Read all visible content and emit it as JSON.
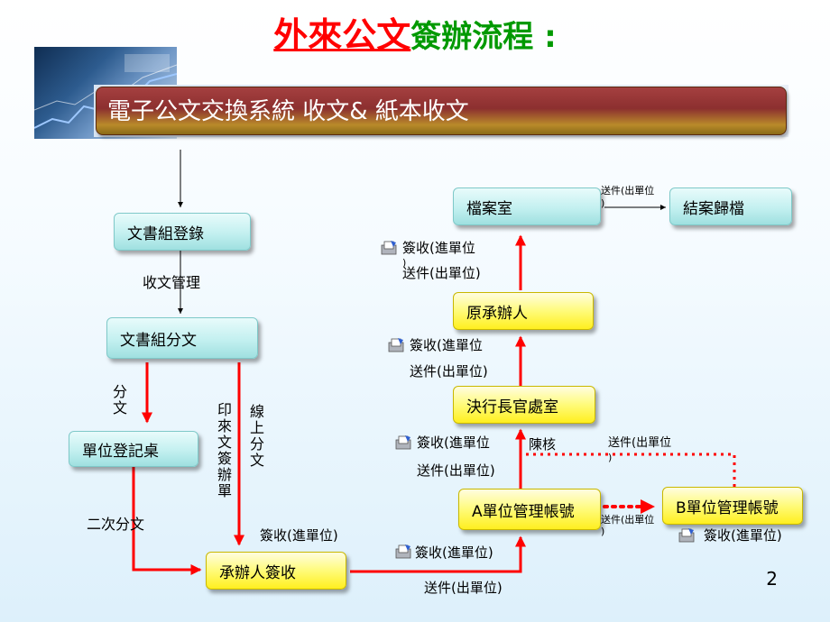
{
  "title": {
    "part1": "外來公文",
    "part2": "簽辦流程 :"
  },
  "banner": {
    "text": "電子公文交換系統 收文& 紙本收文"
  },
  "nodes": {
    "doc_register": "文書組登錄",
    "doc_distribute": "文書組分文",
    "unit_register": "單位登記桌",
    "handler_sign": "承辦人簽收",
    "unit_a": "A單位管理帳號",
    "unit_b": "B單位管理帳號",
    "supervisor": "決行長官處室",
    "original_handler": "原承辦人",
    "archive_room": "檔案室",
    "case_close": "結案歸檔"
  },
  "labels": {
    "receive_manage": "收文管理",
    "distribute_vertical": "分文",
    "print_vertical": "印來文簽辦單",
    "online_vertical": "線上分文",
    "second_distribute": "二次分文",
    "sign_in_unit_1": "簽收(進單位)",
    "sign_in_a": "簽收(進單位)",
    "send_out_a": "送件(出單位)",
    "sign_in_sup": "簽收(進單位",
    "send_out_sup": "送件(出單位)",
    "submit": "陳核",
    "send_out_b_top_1": "送件(出單位",
    "send_out_b_top_2": ")",
    "send_out_ab_1": "送件(出單位",
    "send_out_ab_2": ")",
    "sign_in_b": "簽收(進單位)",
    "sign_in_orig": "簽收(進單位",
    "send_out_orig": "送件(出單位)",
    "sign_in_arch": "簽收(進單位",
    "paren_arch": ")",
    "send_out_arch": "送件(出單位)",
    "send_out_close_1": "送件(出單位",
    "send_out_close_2": ")"
  },
  "page_number": "2",
  "colors": {
    "title_red": "#ff0000",
    "title_green": "#009900",
    "arrow_red": "#ff0000",
    "arrow_black": "#000000"
  },
  "icons": [
    "document-sign-icon"
  ]
}
